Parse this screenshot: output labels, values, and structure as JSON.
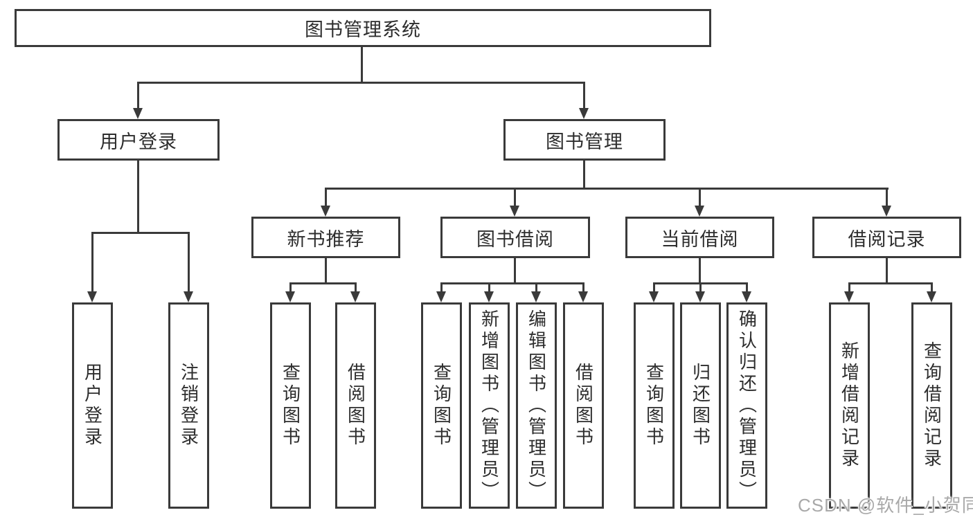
{
  "diagram": {
    "title": "图书管理系统",
    "watermark": "CSDN @软件_小贺同学",
    "colors": {
      "line": "#3a3a3a",
      "text": "#2d2d2d",
      "watermark": "#a9a9a9",
      "background": "#ffffff"
    },
    "nodes": {
      "root": {
        "label": "图书管理系统"
      },
      "user_login": {
        "label": "用户登录"
      },
      "book_mgmt": {
        "label": "图书管理"
      },
      "new_book_rec": {
        "label": "新书推荐"
      },
      "book_borrow": {
        "label": "图书借阅"
      },
      "current_borrow": {
        "label": "当前借阅"
      },
      "borrow_records": {
        "label": "借阅记录"
      },
      "login": {
        "label": "用户登录"
      },
      "logout": {
        "label": "注销登录"
      },
      "rec_query_books": {
        "label": "查询图书"
      },
      "rec_borrow_books": {
        "label": "借阅图书"
      },
      "bb_query_books": {
        "label": "查询图书"
      },
      "bb_add_books": {
        "label": "新增图书（管理员）"
      },
      "bb_edit_books": {
        "label": "编辑图书（管理员）"
      },
      "bb_borrow_books": {
        "label": "借阅图书"
      },
      "cb_query_books": {
        "label": "查询图书"
      },
      "cb_return_books": {
        "label": "归还图书"
      },
      "cb_confirm_return": {
        "label": "确认归还（管理员）"
      },
      "br_add_record": {
        "label": "新增借阅记录"
      },
      "br_query_record": {
        "label": "查询借阅记录"
      }
    },
    "structure": {
      "图书管理系统": {
        "用户登录": [
          "用户登录",
          "注销登录"
        ],
        "图书管理": {
          "新书推荐": [
            "查询图书",
            "借阅图书"
          ],
          "图书借阅": [
            "查询图书",
            "新增图书（管理员）",
            "编辑图书（管理员）",
            "借阅图书"
          ],
          "当前借阅": [
            "查询图书",
            "归还图书",
            "确认归还（管理员）"
          ],
          "借阅记录": [
            "新增借阅记录",
            "查询借阅记录"
          ]
        }
      }
    }
  }
}
